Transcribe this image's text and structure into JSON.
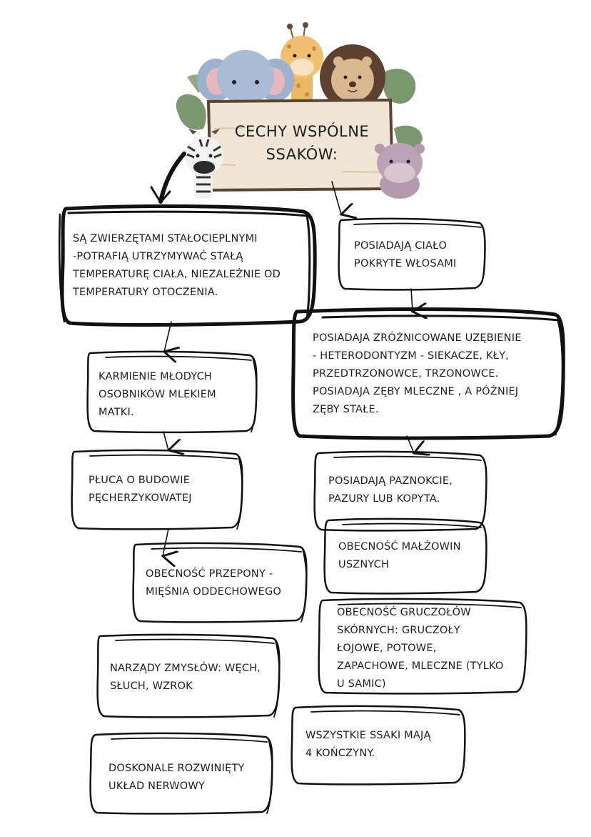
{
  "header": {
    "title": "CECHY WSPÓLNE\nSSAKÓW:",
    "animals": [
      "elephant",
      "giraffe",
      "lion",
      "zebra",
      "hippo"
    ]
  },
  "colors": {
    "ink": "#111111",
    "sign_wood": "#f1e6d6",
    "sign_border": "#5a4432",
    "elephant": "#9db0cc",
    "giraffe": "#e8b865",
    "lion_mane": "#5d4030",
    "lion_face": "#d9b78f",
    "hippo": "#b49aae",
    "leaf": "#6d8c5f"
  },
  "left_column": [
    {
      "id": "warm-blooded",
      "text": "SĄ ZWIERZĘTAMI STAŁOCIEPLNYMI\n-POTRAFIĄ UTRZYMYWAĆ STAŁĄ\nTEMPERATURĘ CIAŁA, NIEZALEŻNIE OD\nTEMPERATURY OTOCZENIA."
    },
    {
      "id": "milk-feeding",
      "text": "KARMIENIE MŁODYCH\nOSOBNIKÓW MLEKIEM\nMATKI."
    },
    {
      "id": "lungs",
      "text": "PŁUCA O BUDOWIE\nPĘCHERZYKOWATEJ"
    },
    {
      "id": "diaphragm",
      "text": "OBECNOŚĆ PRZEPONY -\nMIĘŚNIA ODDECHOWEGO"
    },
    {
      "id": "senses",
      "text": "NARZĄDY ZMYSŁÓW: WĘCH,\nSŁUCH, WZROK"
    },
    {
      "id": "nervous-system",
      "text": "DOSKONALE ROZWINIĘTY\nUKŁAD NERWOWY"
    }
  ],
  "right_column": [
    {
      "id": "hair",
      "text": "POSIADAJĄ CIAŁO\nPOKRYTE WŁOSAMI"
    },
    {
      "id": "teeth",
      "text": "POSIADAJA ZRÓŻNICOWANE UZĘBIENIE\n- HETERODONTYZM - SIEKACZE, KŁY,\nPRZEDTRZONOWCE, TRZONOWCE.\nPOSIADAJA ZĘBY MLECZNE , A PÓŹNIEJ\nZĘBY STAŁE."
    },
    {
      "id": "nails",
      "text": "POSIADAJĄ PAZNOKCIE,\nPAZURY LUB KOPYTA."
    },
    {
      "id": "ears",
      "text": "OBECNOŚĆ MAŁŻOWIN\nUSZNYCH"
    },
    {
      "id": "glands",
      "text": "OBECNOŚĆ GRUCZOŁÓW\nSKÓRNYCH: GRUCZOŁY\nŁOJOWE, POTOWE,\nZAPACHOWE, MLECZNE (TYLKO\nU SAMIC)"
    },
    {
      "id": "limbs",
      "text": "WSZYSTKIE SSAKI MAJĄ\n 4 KOŃCZYNY."
    }
  ]
}
